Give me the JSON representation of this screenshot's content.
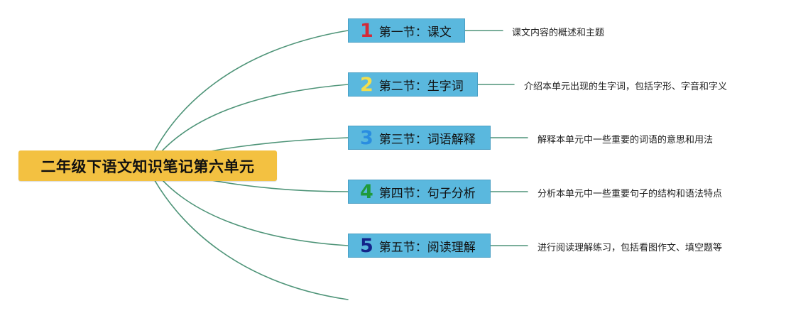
{
  "root": {
    "title": "二年级下语文知识笔记第六单元"
  },
  "colors": {
    "root_fill": "#f3c141",
    "node_fill": "#5ab8de",
    "link": "#4e9478"
  },
  "branches": [
    {
      "number": "1",
      "number_color": "#d42a38",
      "label": "第一节：课文",
      "description": "课文内容的概述和主题"
    },
    {
      "number": "2",
      "number_color": "#f2de4e",
      "label": "第二节：生字词",
      "description": "介绍本单元出现的生字词，包括字形、字音和字义"
    },
    {
      "number": "3",
      "number_color": "#2a8de0",
      "label": "第三节：词语解释",
      "description": "解释本单元中一些重要的词语的意思和用法"
    },
    {
      "number": "4",
      "number_color": "#1f9a3b",
      "label": "第四节：句子分析",
      "description": "分析本单元中一些重要句子的结构和语法特点"
    },
    {
      "number": "5",
      "number_color": "#13248a",
      "label": "第五节：阅读理解",
      "description": "进行阅读理解练习，包括看图作文、填空题等"
    }
  ]
}
